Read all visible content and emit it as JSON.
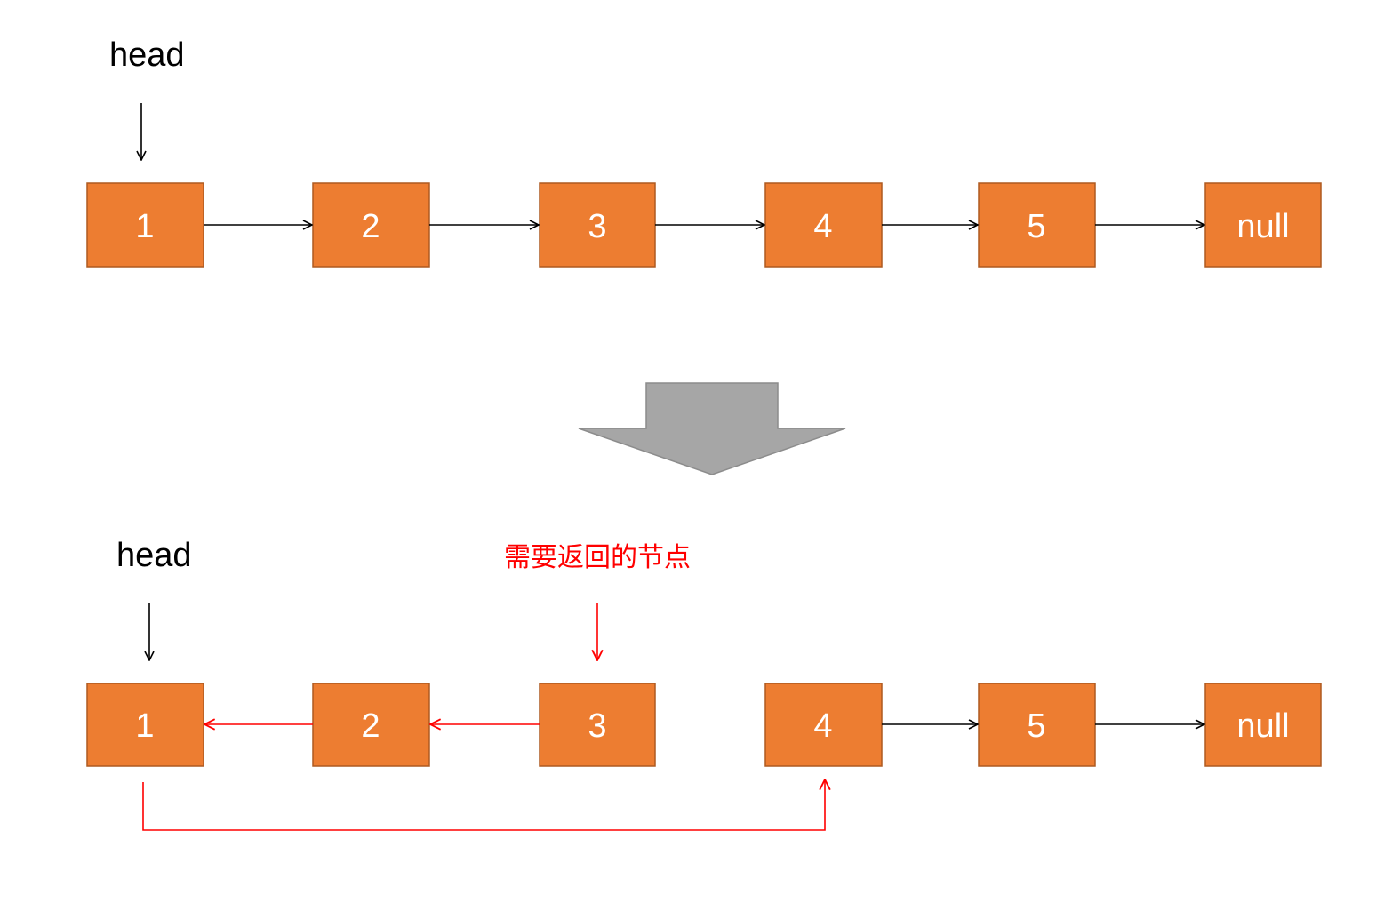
{
  "top": {
    "head_label": "head",
    "nodes": [
      "1",
      "2",
      "3",
      "4",
      "5",
      "null"
    ]
  },
  "bottom": {
    "head_label": "head",
    "note_label": "需要返回的节点",
    "nodes": [
      "1",
      "2",
      "3",
      "4",
      "5",
      "null"
    ]
  },
  "colors": {
    "node_fill": "#ed7d31",
    "node_border": "#ae5a21",
    "transform_arrow": "#a6a6a6",
    "highlight": "#ff0000",
    "link": "#000000"
  }
}
